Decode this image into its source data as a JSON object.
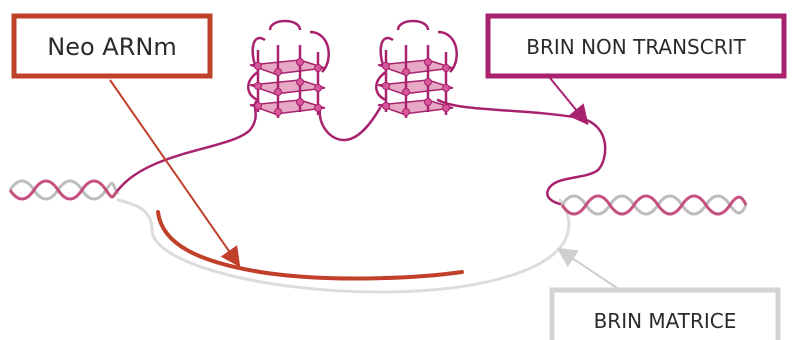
{
  "labels": {
    "neo_arnm": "Neo ARNm",
    "brin_non_transcrit": "BRIN NON TRANSCRIT",
    "brin_matrice": "BRIN MATRICE"
  },
  "colors": {
    "neo_arnm": "#c0402a",
    "non_transcrit": "#a8226e",
    "matrice": "#d6d6d6",
    "quadruplex_fill": "#e7a8c6",
    "quadruplex_stroke": "#a8226e",
    "helix_grey": "#b9b9b9"
  }
}
